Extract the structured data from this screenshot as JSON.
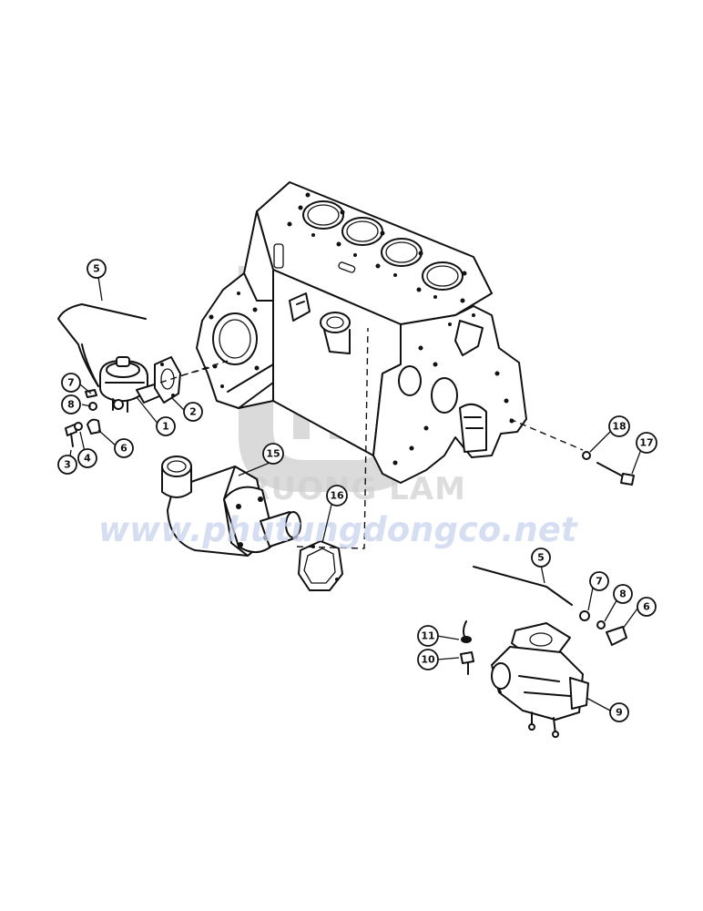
{
  "watermark": {
    "brand": "TRUONG LAM",
    "url": "www.phutungdongco.net",
    "color": "#c9d3ee"
  },
  "callouts": [
    {
      "id": "c5a",
      "label": "5"
    },
    {
      "id": "c7a",
      "label": "7"
    },
    {
      "id": "c8a",
      "label": "8"
    },
    {
      "id": "c1",
      "label": "1"
    },
    {
      "id": "c2",
      "label": "2"
    },
    {
      "id": "c6a",
      "label": "6"
    },
    {
      "id": "c3",
      "label": "3"
    },
    {
      "id": "c4",
      "label": "4"
    },
    {
      "id": "c15",
      "label": "15"
    },
    {
      "id": "c16",
      "label": "16"
    },
    {
      "id": "c18",
      "label": "18"
    },
    {
      "id": "c17",
      "label": "17"
    },
    {
      "id": "c5b",
      "label": "5"
    },
    {
      "id": "c7b",
      "label": "7"
    },
    {
      "id": "c8b",
      "label": "8"
    },
    {
      "id": "c6b",
      "label": "6"
    },
    {
      "id": "c11",
      "label": "11"
    },
    {
      "id": "c10",
      "label": "10"
    },
    {
      "id": "c9",
      "label": "9"
    }
  ]
}
